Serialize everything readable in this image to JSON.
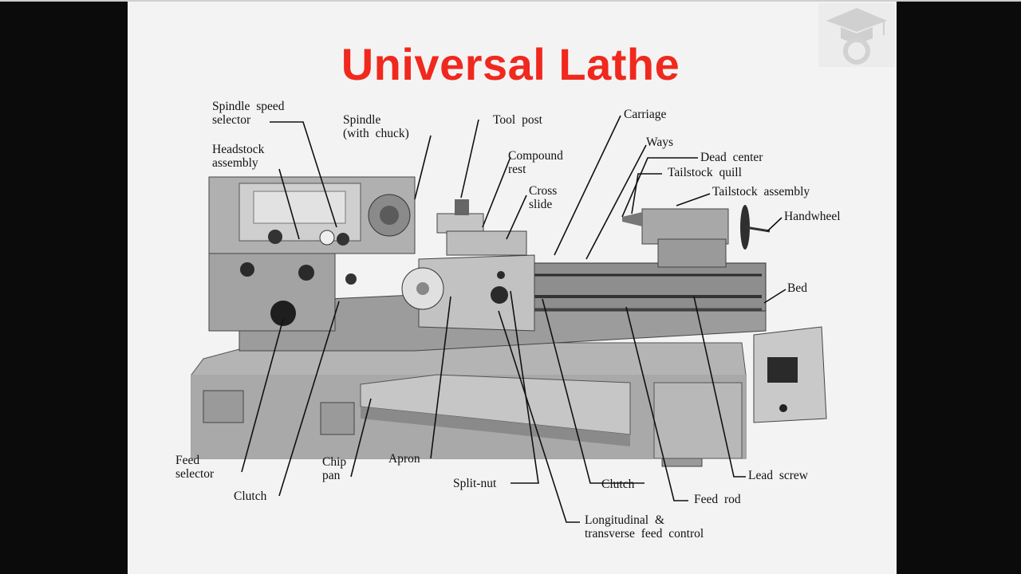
{
  "title": "Universal Lathe",
  "labels": {
    "spindle_speed_selector": [
      "Spindle speed",
      "selector"
    ],
    "spindle": [
      "Spindle",
      "(with chuck)"
    ],
    "tool_post": [
      "Tool post"
    ],
    "carriage": [
      "Carriage"
    ],
    "headstock_assembly": [
      "Headstock",
      "assembly"
    ],
    "compound_rest": [
      "Compound",
      "rest"
    ],
    "ways": [
      "Ways"
    ],
    "dead_center": [
      "Dead center"
    ],
    "tailstock_quill": [
      "Tailstock quill"
    ],
    "cross_slide": [
      "Cross",
      "slide"
    ],
    "tailstock_assembly": [
      "Tailstock assembly"
    ],
    "handwheel": [
      "Handwheel"
    ],
    "bed": [
      "Bed"
    ],
    "feed_selector": [
      "Feed",
      "selector"
    ],
    "chip_pan": [
      "Chip",
      "pan"
    ],
    "apron": [
      "Apron"
    ],
    "clutch_left": [
      "Clutch"
    ],
    "split_nut": [
      "Split-nut"
    ],
    "clutch_right": [
      "Clutch"
    ],
    "lead_screw": [
      "Lead screw"
    ],
    "feed_rod": [
      "Feed rod"
    ],
    "longitudinal_transverse": [
      "Longitudinal &",
      "transverse feed control"
    ]
  },
  "colors": {
    "title": "#f0281e",
    "slide_bg": "#f3f3f3",
    "machine": "#a7a7a7",
    "machine_dark": "#6f6f6f"
  },
  "icons": {
    "logo": "graduation-cap-gear-icon"
  }
}
